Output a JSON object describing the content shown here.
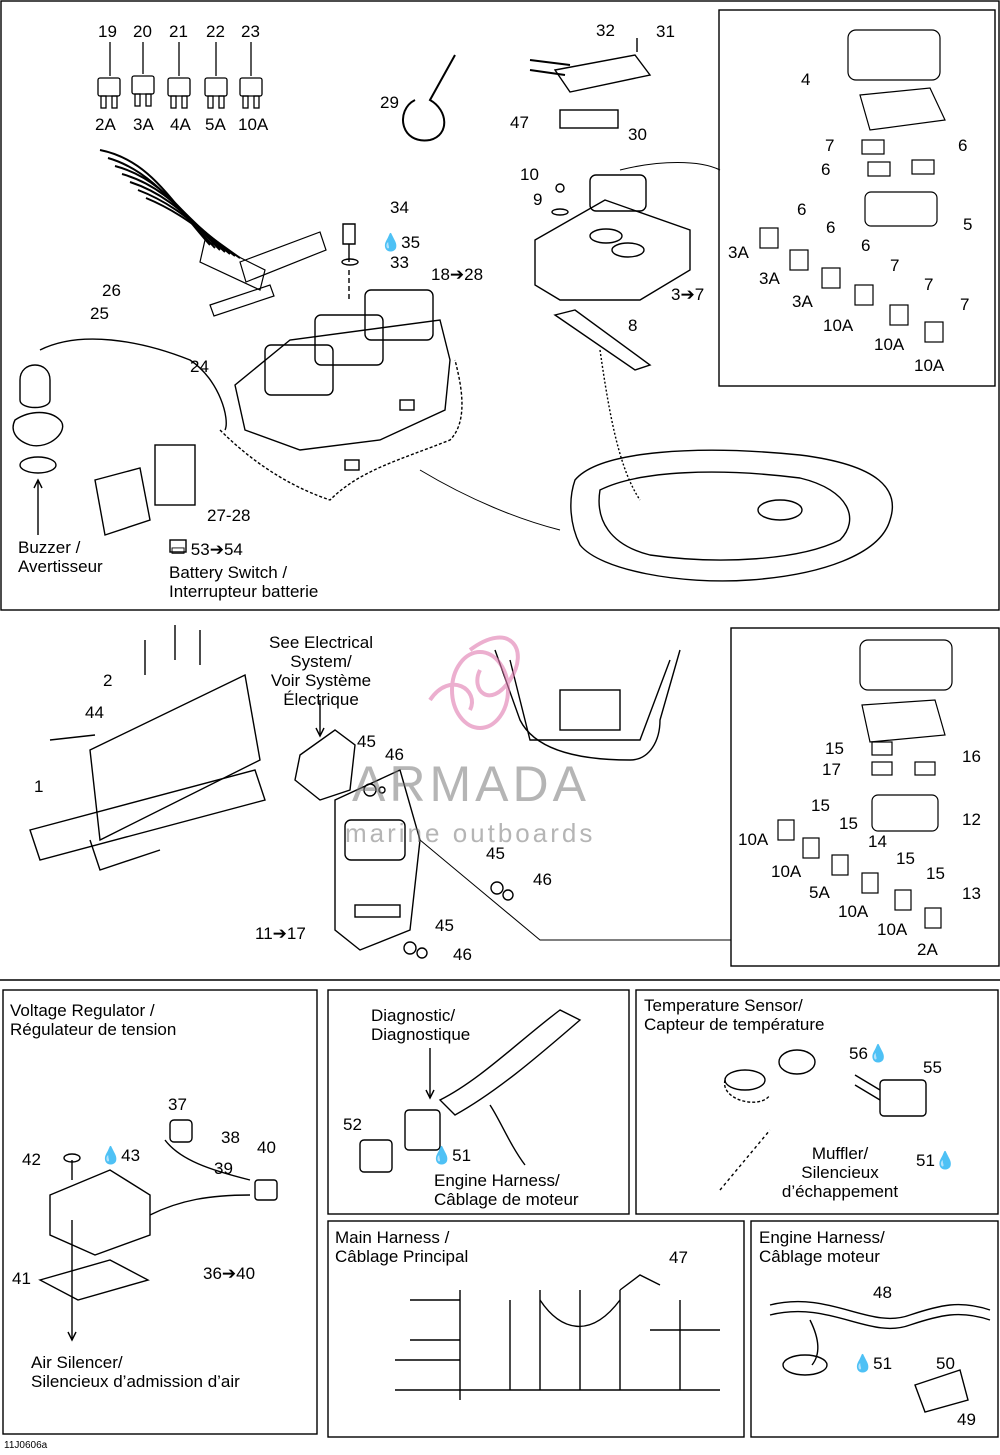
{
  "callouts": [
    {
      "id": "c19",
      "text": "19"
    },
    {
      "id": "c20",
      "text": "20"
    },
    {
      "id": "c21",
      "text": "21"
    },
    {
      "id": "c22",
      "text": "22"
    },
    {
      "id": "c23",
      "text": "23"
    },
    {
      "id": "a2",
      "text": "2A"
    },
    {
      "id": "a3",
      "text": "3A"
    },
    {
      "id": "a4",
      "text": "4A"
    },
    {
      "id": "a5",
      "text": "5A"
    },
    {
      "id": "a10",
      "text": "10A"
    },
    {
      "id": "c29",
      "text": "29"
    },
    {
      "id": "c32",
      "text": "32"
    },
    {
      "id": "c31",
      "text": "31"
    },
    {
      "id": "c47a",
      "text": "47"
    },
    {
      "id": "c30",
      "text": "30"
    },
    {
      "id": "c10",
      "text": "10"
    },
    {
      "id": "c9",
      "text": "9"
    },
    {
      "id": "c37to",
      "text": "3➔7"
    },
    {
      "id": "c8",
      "text": "8"
    },
    {
      "id": "c34",
      "text": "34"
    },
    {
      "id": "c35",
      "text": "35"
    },
    {
      "id": "c33",
      "text": "33"
    },
    {
      "id": "c18to",
      "text": "18➔28"
    },
    {
      "id": "c26",
      "text": "26"
    },
    {
      "id": "c25",
      "text": "25"
    },
    {
      "id": "c24",
      "text": "24"
    },
    {
      "id": "c2728",
      "text": "27-28"
    },
    {
      "id": "c53to",
      "text": "53➔54"
    },
    {
      "id": "r4",
      "text": "4"
    },
    {
      "id": "r7a",
      "text": "7"
    },
    {
      "id": "r6a",
      "text": "6"
    },
    {
      "id": "r6b",
      "text": "6"
    },
    {
      "id": "r5",
      "text": "5"
    },
    {
      "id": "r6c",
      "text": "6"
    },
    {
      "id": "r3a1",
      "text": "3A"
    },
    {
      "id": "r6d",
      "text": "6"
    },
    {
      "id": "r3a2",
      "text": "3A"
    },
    {
      "id": "r6e",
      "text": "6"
    },
    {
      "id": "r3a3",
      "text": "3A"
    },
    {
      "id": "r7b",
      "text": "7"
    },
    {
      "id": "r10a1",
      "text": "10A"
    },
    {
      "id": "r7c",
      "text": "7"
    },
    {
      "id": "r10a2",
      "text": "10A"
    },
    {
      "id": "r7d",
      "text": "7"
    },
    {
      "id": "r10a3",
      "text": "10A"
    },
    {
      "id": "m2",
      "text": "2"
    },
    {
      "id": "m44",
      "text": "44"
    },
    {
      "id": "m1",
      "text": "1"
    },
    {
      "id": "m45a",
      "text": "45"
    },
    {
      "id": "m46a",
      "text": "46"
    },
    {
      "id": "m45b",
      "text": "45"
    },
    {
      "id": "m46b",
      "text": "46"
    },
    {
      "id": "m45c",
      "text": "45"
    },
    {
      "id": "m46c",
      "text": "46"
    },
    {
      "id": "m11to",
      "text": "11➔17"
    },
    {
      "id": "s15a",
      "text": "15"
    },
    {
      "id": "s16",
      "text": "16"
    },
    {
      "id": "s17",
      "text": "17"
    },
    {
      "id": "s12",
      "text": "12"
    },
    {
      "id": "s15b",
      "text": "15"
    },
    {
      "id": "s10a1",
      "text": "10A"
    },
    {
      "id": "s15c",
      "text": "15"
    },
    {
      "id": "s10a2",
      "text": "10A"
    },
    {
      "id": "s14",
      "text": "14"
    },
    {
      "id": "s5a",
      "text": "5A"
    },
    {
      "id": "s15d",
      "text": "15"
    },
    {
      "id": "s10a3",
      "text": "10A"
    },
    {
      "id": "s15e",
      "text": "15"
    },
    {
      "id": "s10a4",
      "text": "10A"
    },
    {
      "id": "s13",
      "text": "13"
    },
    {
      "id": "s2a",
      "text": "2A"
    },
    {
      "id": "v37",
      "text": "37"
    },
    {
      "id": "v38",
      "text": "38"
    },
    {
      "id": "v42",
      "text": "42"
    },
    {
      "id": "v43",
      "text": "43"
    },
    {
      "id": "v40",
      "text": "40"
    },
    {
      "id": "v39",
      "text": "39"
    },
    {
      "id": "v41",
      "text": "41"
    },
    {
      "id": "v36to",
      "text": "36➔40"
    },
    {
      "id": "d52",
      "text": "52"
    },
    {
      "id": "d51",
      "text": "51"
    },
    {
      "id": "t56",
      "text": "56"
    },
    {
      "id": "t55",
      "text": "55"
    },
    {
      "id": "t51",
      "text": "51"
    },
    {
      "id": "h47",
      "text": "47"
    },
    {
      "id": "e48",
      "text": "48"
    },
    {
      "id": "e51",
      "text": "51"
    },
    {
      "id": "e50",
      "text": "50"
    },
    {
      "id": "e49",
      "text": "49"
    }
  ],
  "captions": {
    "buzzer": [
      "Buzzer /",
      "Avertisseur"
    ],
    "battery_switch": [
      "Battery Switch /",
      "Interrupteur batterie"
    ],
    "see_electrical": [
      "See Electrical",
      "System/",
      "Voir Système",
      "Électrique"
    ],
    "voltage_regulator": [
      "Voltage Regulator /",
      "Régulateur de tension"
    ],
    "air_silencer": [
      "Air Silencer/",
      "Silencieux d’admission d’air"
    ],
    "diagnostic": [
      "Diagnostic/",
      "Diagnostique"
    ],
    "engine_harness_diag": [
      "Engine Harness/",
      "Câblage de moteur"
    ],
    "temperature_sensor": [
      "Temperature Sensor/",
      "Capteur de température"
    ],
    "muffler": [
      "Muffler/",
      "Silencieux",
      "d’échappement"
    ],
    "main_harness": [
      "Main Harness /",
      "Câblage Principal"
    ],
    "engine_harness": [
      "Engine Harness/",
      "Câblage moteur"
    ]
  },
  "watermark": {
    "brand": "ARMADA",
    "tagline": "marine outboards"
  },
  "reference_code": "11J0606a",
  "colors": {
    "line": "#000000",
    "watermark_gray": "#787878",
    "watermark_pink": "#e07bb0"
  }
}
